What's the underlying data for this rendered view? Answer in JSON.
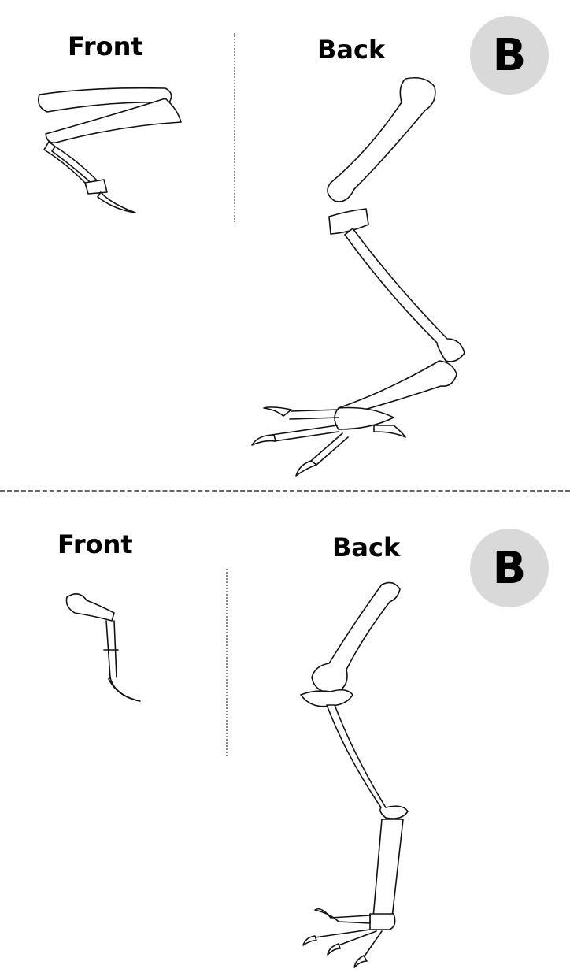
{
  "panels": [
    {
      "front_label": "Front",
      "back_label": "Back",
      "badge": "B"
    },
    {
      "front_label": "Front",
      "back_label": "Back",
      "badge": "B"
    }
  ]
}
